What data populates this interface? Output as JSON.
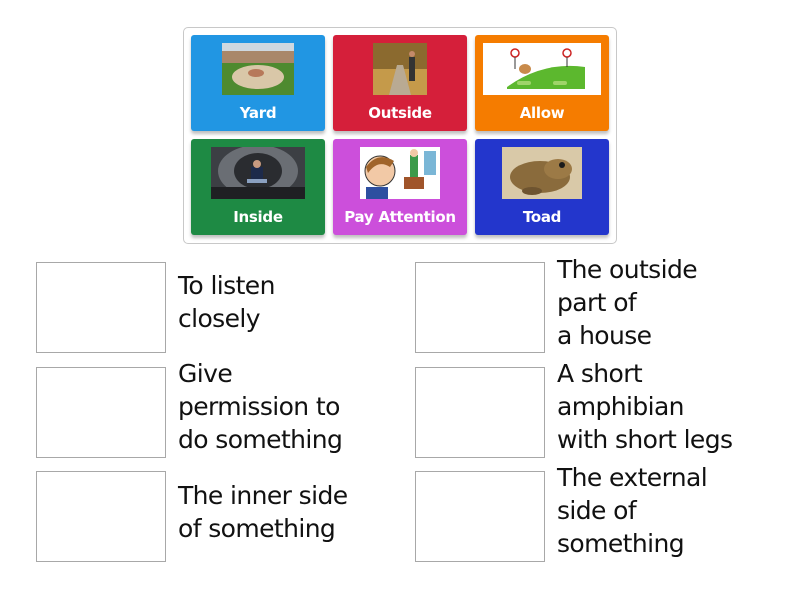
{
  "tiles": [
    {
      "label": "Yard",
      "color": "#2196e3",
      "image": "backyard-photo"
    },
    {
      "label": "Outside",
      "color": "#d51f3a",
      "image": "outdoor-path-photo"
    },
    {
      "label": "Allow",
      "color": "#f57c00",
      "image": "dog-signs-illustration"
    },
    {
      "label": "Inside",
      "color": "#1e8a44",
      "image": "tunnel-photo"
    },
    {
      "label": "Pay Attention",
      "color": "#cc4fdb",
      "image": "boy-listening-illustration"
    },
    {
      "label": "Toad",
      "color": "#2336cc",
      "image": "toad-photo"
    }
  ],
  "targets": [
    {
      "line1": "To listen",
      "line2": "closely",
      "line3": ""
    },
    {
      "line1": "The outside",
      "line2": "part of",
      "line3": "a house"
    },
    {
      "line1": "Give",
      "line2": "permission to",
      "line3": "do something"
    },
    {
      "line1": "A short",
      "line2": "amphibian",
      "line3": "with short legs"
    },
    {
      "line1": "The inner side",
      "line2": "of something",
      "line3": ""
    },
    {
      "line1": "The external",
      "line2": "side of",
      "line3": "something"
    }
  ]
}
